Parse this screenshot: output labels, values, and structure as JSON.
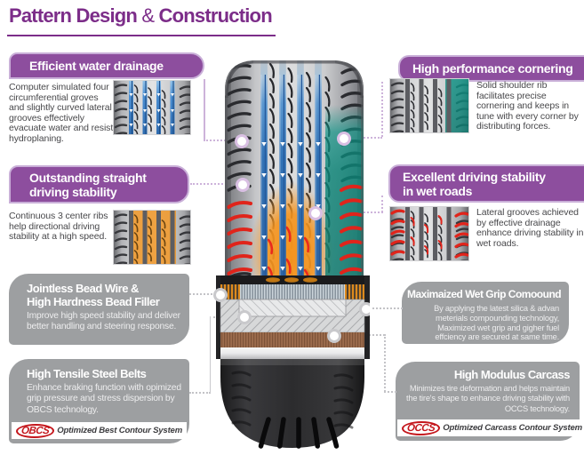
{
  "title": {
    "part1": "Pattern Design ",
    "amp": "&",
    "part2": " Construction"
  },
  "colors": {
    "purple": "#8d4e9e",
    "heading": "#7c2d89",
    "gray_box": "#9d9fa1",
    "blue": "#3c7ec0",
    "orange": "#f2941e",
    "teal": "#0d9486",
    "red": "#e0241b",
    "logo_red": "#c4161c",
    "connector": "#cdb3da"
  },
  "callouts": {
    "left": [
      {
        "title": "Efficient water drainage",
        "body": "Computer simulated four circumferential groves and slightly curved lateral grooves effectively evacuate water and resist hydroplaning.",
        "thumb": "blue"
      },
      {
        "title": [
          "Outstanding straight",
          "driving stability"
        ],
        "body": "Continuous 3 center ribs help directional driving stability at a high speed.",
        "thumb": "orange"
      },
      {
        "title": [
          "Jointless Bead Wire &",
          "High Hardness Bead Filler"
        ],
        "body": "Improve high speed stability and deliver better handling and steering response."
      },
      {
        "title": "High Tensile Steel Belts",
        "body": "Enhance braking function with opimized grip pressure and stress dispersion by OBCS technology.",
        "logo": {
          "abbr": "OBCS",
          "text": "Optimized Best Contour System"
        }
      }
    ],
    "right": [
      {
        "title": "High performance cornering",
        "body": "Solid shoulder rib facilitates precise cornering and keeps in tune with every corner by distributing forces.",
        "thumb": "teal"
      },
      {
        "title": [
          "Excellent driving stability",
          "in wet roads"
        ],
        "body": "Lateral grooves achieved by effective drainage enhance driving stability in wet roads.",
        "thumb": "red"
      },
      {
        "title": "Maximaized Wet Grip Comoound",
        "body": "By applying the latest silica & advan meterials compounding technology, Maximized wet grip and gigher fuel effciency are secured at same time."
      },
      {
        "title": "High Modulus Carcass",
        "body": "Minimizes tire deformation and helps maintain the tire's shape to enhance driving stability with OCCS technology.",
        "logo": {
          "abbr": "OCCS",
          "text": "Optimized Carcass Contour System"
        }
      }
    ]
  }
}
